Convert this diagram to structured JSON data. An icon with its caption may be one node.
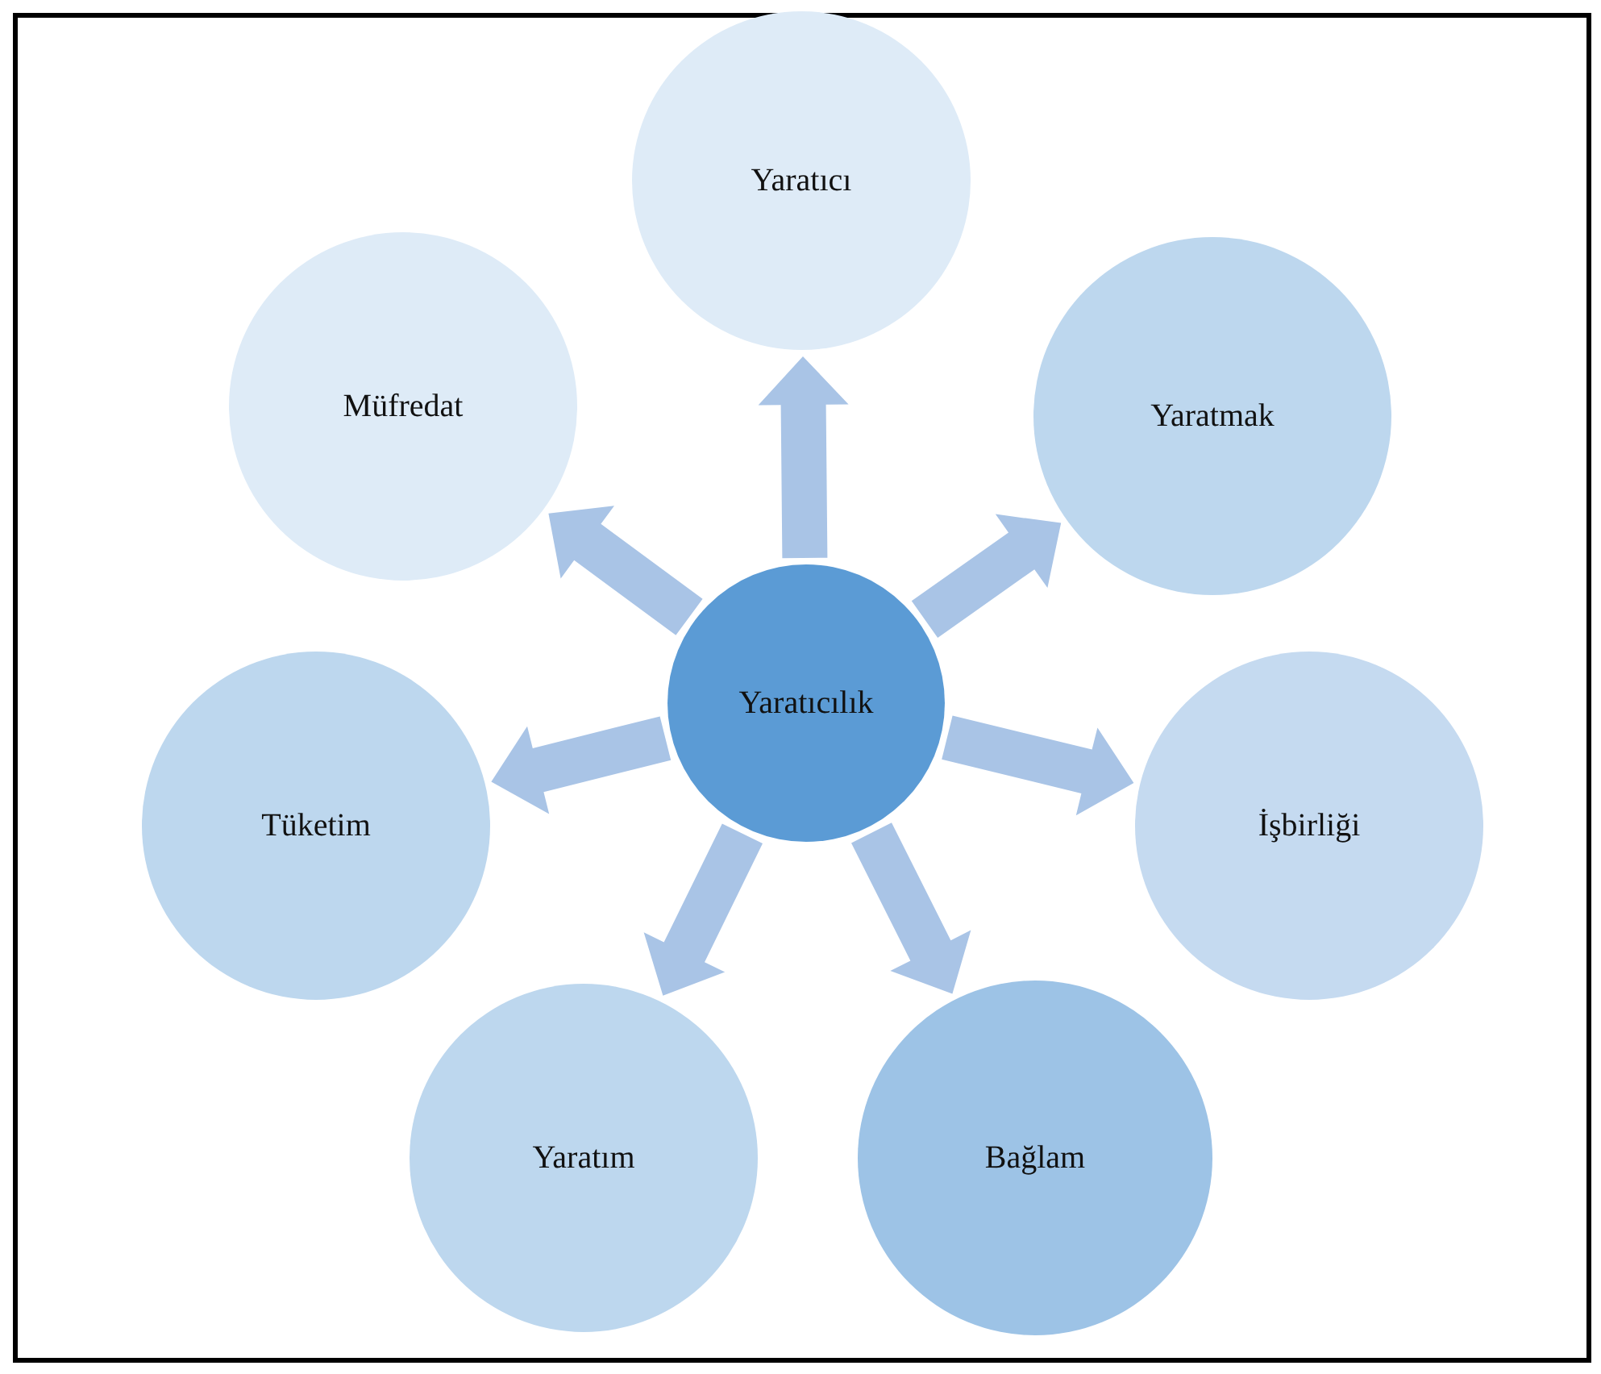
{
  "diagram": {
    "nodes": [
      {
        "text": [
          "Yaratıcılık"
        ]
      },
      {
        "text": [
          "Yaratıcı"
        ]
      },
      {
        "text": [
          "Yaratmak"
        ]
      },
      {
        "text": [
          "İşbirliği"
        ]
      },
      {
        "text": [
          "Bağlam"
        ]
      },
      {
        "text": [
          "Yaratım"
        ]
      },
      {
        "text": [
          "Tüketim"
        ]
      },
      {
        "text": [
          "Müfredat"
        ]
      }
    ],
    "edges": [
      {
        "from": 0,
        "to": 1,
        "arrow": "to"
      },
      {
        "from": 0,
        "to": 2,
        "arrow": "to"
      },
      {
        "from": 0,
        "to": 3,
        "arrow": "to"
      },
      {
        "from": 0,
        "to": 4,
        "arrow": "to"
      },
      {
        "from": 0,
        "to": 5,
        "arrow": "to"
      },
      {
        "from": 0,
        "to": 6,
        "arrow": "to"
      },
      {
        "from": 0,
        "to": 7,
        "arrow": "to"
      }
    ]
  }
}
